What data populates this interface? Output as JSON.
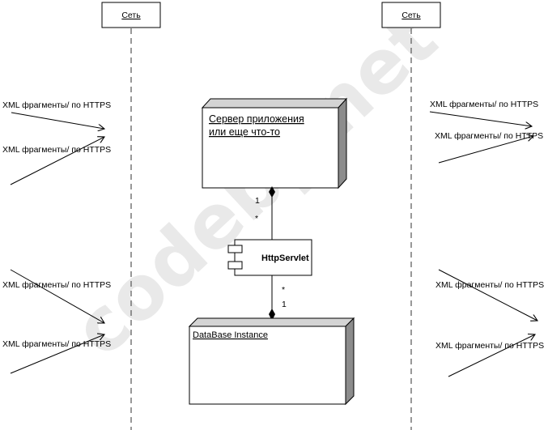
{
  "lifelines": {
    "left": {
      "label": "Сеть"
    },
    "right": {
      "label": "Сеть"
    }
  },
  "nodes": {
    "app_server": {
      "line1": "Сервер приложения",
      "line2": "или еще что-то"
    },
    "database": {
      "label": "DataBase Instance"
    }
  },
  "component": {
    "label": "HttpServlet"
  },
  "multiplicities": {
    "server_side": "1",
    "servlet_top": "*",
    "servlet_bottom": "*",
    "database_side": "1"
  },
  "messages": [
    "XML фрагменты/ по HTTPS",
    "XML фрагменты/ по HTTPS",
    "XML фрагменты/ по HTTPS",
    "XML фрагменты/ по HTTPS",
    "XML фрагменты/ по HTTPS",
    "XML фрагменты/ по HTTPS",
    "XML фрагменты/ по HTTPS",
    "XML фрагменты/ по HTTPS"
  ],
  "watermark": "codeby.net"
}
